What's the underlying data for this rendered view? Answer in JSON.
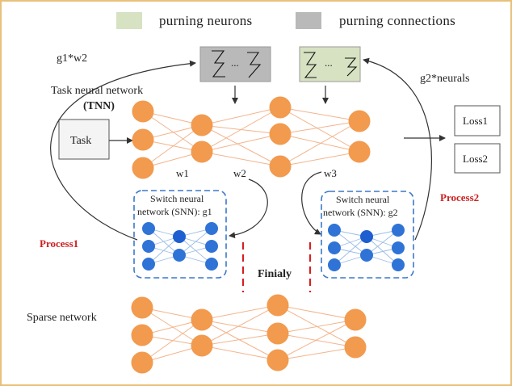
{
  "legend": {
    "neurons_label": "purning  neurons",
    "neurons_color": "#d6e2c2",
    "connections_label": "purning  connections",
    "connections_color": "#b9b9b9"
  },
  "labels": {
    "g1w2": "g1*w2",
    "g2neurals": "g2*neurals",
    "tnn_line1": "Task neural network",
    "tnn_line2": "(TNN)",
    "task": "Task",
    "loss1": "Loss1",
    "loss2": "Loss2",
    "w1": "w1",
    "w2": "w2",
    "w3": "w3",
    "process1": "Process1",
    "process2": "Process2",
    "finialy": "Finialy",
    "sparse": "Sparse network",
    "snn1_line1": "Switch neural",
    "snn1_line2": "network (SNN): g1",
    "snn2_line1": "Switch neural",
    "snn2_line2": "network (SNN): g2",
    "dots": "..."
  },
  "colors": {
    "node": "#f29a4e",
    "snn_node": "#2f73d6",
    "red": "#cc1f1f",
    "frame": "#e8c07a"
  }
}
